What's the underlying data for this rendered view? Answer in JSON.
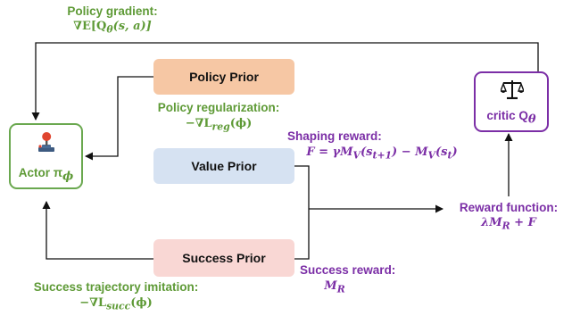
{
  "policy_gradient": {
    "title": "Policy gradient:",
    "formula": "∇E[Q",
    "formula_sub": "θ",
    "formula_end": "(s, a)]"
  },
  "policy_prior": {
    "label": "Policy Prior"
  },
  "value_prior": {
    "label": "Value Prior"
  },
  "success_prior": {
    "label": "Success Prior"
  },
  "policy_regularization": {
    "title": "Policy regularization:",
    "formula": "−∇L",
    "formula_sub": "reg",
    "formula_end": "(ϕ)"
  },
  "actor": {
    "label": "Actor π",
    "sub": "ϕ"
  },
  "critic": {
    "label": "critic Q",
    "sub": "θ"
  },
  "shaping_reward": {
    "title": "Shaping reward:",
    "formula": "F = γM_V(s_{t+1}) − M_V(s_t)"
  },
  "reward_function": {
    "title": "Reward function:",
    "formula": "λM_R + F"
  },
  "success_reward": {
    "title": "Success reward:",
    "formula": "M_R"
  },
  "success_imitation": {
    "title": "Success trajectory imitation:",
    "formula": "−∇L",
    "formula_sub": "succ",
    "formula_end": "(ϕ)"
  },
  "colors": {
    "green": "#5e9a36",
    "purple": "#7b2ea6",
    "policy_prior_fill": "#f6c7a4",
    "value_prior_fill": "#d6e2f2",
    "success_prior_fill": "#f9d7d4"
  },
  "icons": {
    "actor": "joystick-icon",
    "critic": "balance-scale-icon"
  }
}
